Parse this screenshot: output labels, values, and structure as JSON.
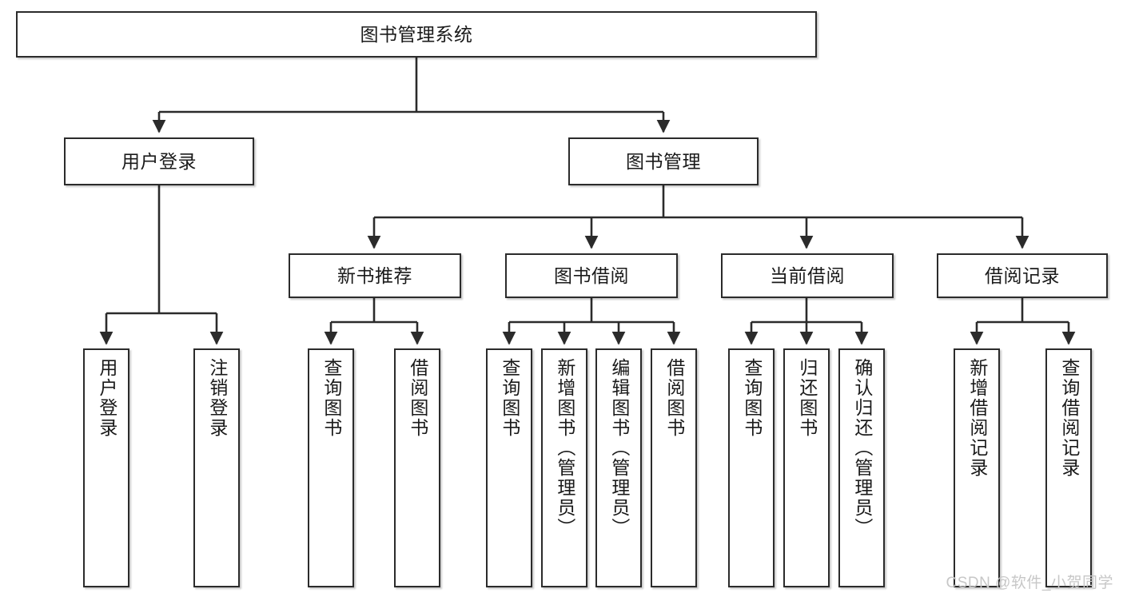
{
  "diagram": {
    "type": "tree",
    "title": "图书管理系统",
    "root": {
      "id": "root",
      "label": "图书管理系统"
    },
    "level2": [
      {
        "id": "user-login",
        "label": "用户登录"
      },
      {
        "id": "book-manage",
        "label": "图书管理"
      }
    ],
    "level3": [
      {
        "id": "new-book-rec",
        "label": "新书推荐"
      },
      {
        "id": "book-borrow",
        "label": "图书借阅"
      },
      {
        "id": "current-borrow",
        "label": "当前借阅"
      },
      {
        "id": "borrow-record",
        "label": "借阅记录"
      }
    ],
    "leaves": [
      {
        "id": "leaf-user-login",
        "label": "用户登录",
        "parent": "user-login"
      },
      {
        "id": "leaf-logout",
        "label": "注销登录",
        "parent": "user-login"
      },
      {
        "id": "leaf-query-book-1",
        "label": "查询图书",
        "parent": "new-book-rec"
      },
      {
        "id": "leaf-borrow-book-1",
        "label": "借阅图书",
        "parent": "new-book-rec"
      },
      {
        "id": "leaf-query-book-2",
        "label": "查询图书",
        "parent": "book-borrow"
      },
      {
        "id": "leaf-add-book",
        "label": "新增图书（管理员）",
        "parent": "book-borrow"
      },
      {
        "id": "leaf-edit-book",
        "label": "编辑图书（管理员）",
        "parent": "book-borrow"
      },
      {
        "id": "leaf-borrow-book-2",
        "label": "借阅图书",
        "parent": "book-borrow"
      },
      {
        "id": "leaf-query-book-3",
        "label": "查询图书",
        "parent": "current-borrow"
      },
      {
        "id": "leaf-return-book",
        "label": "归还图书",
        "parent": "current-borrow"
      },
      {
        "id": "leaf-confirm-return",
        "label": "确认归还（管理员）",
        "parent": "current-borrow"
      },
      {
        "id": "leaf-add-record",
        "label": "新增借阅记录",
        "parent": "borrow-record"
      },
      {
        "id": "leaf-query-record",
        "label": "查询借阅记录",
        "parent": "borrow-record"
      }
    ],
    "colors": {
      "box_border": "#2b2b2b",
      "box_fill": "#ffffff",
      "edge": "#2b2b2b",
      "text": "#1a1a1a",
      "watermark": "#c7c7c7"
    }
  },
  "watermark": {
    "text": "CSDN @软件_小贺同学"
  }
}
